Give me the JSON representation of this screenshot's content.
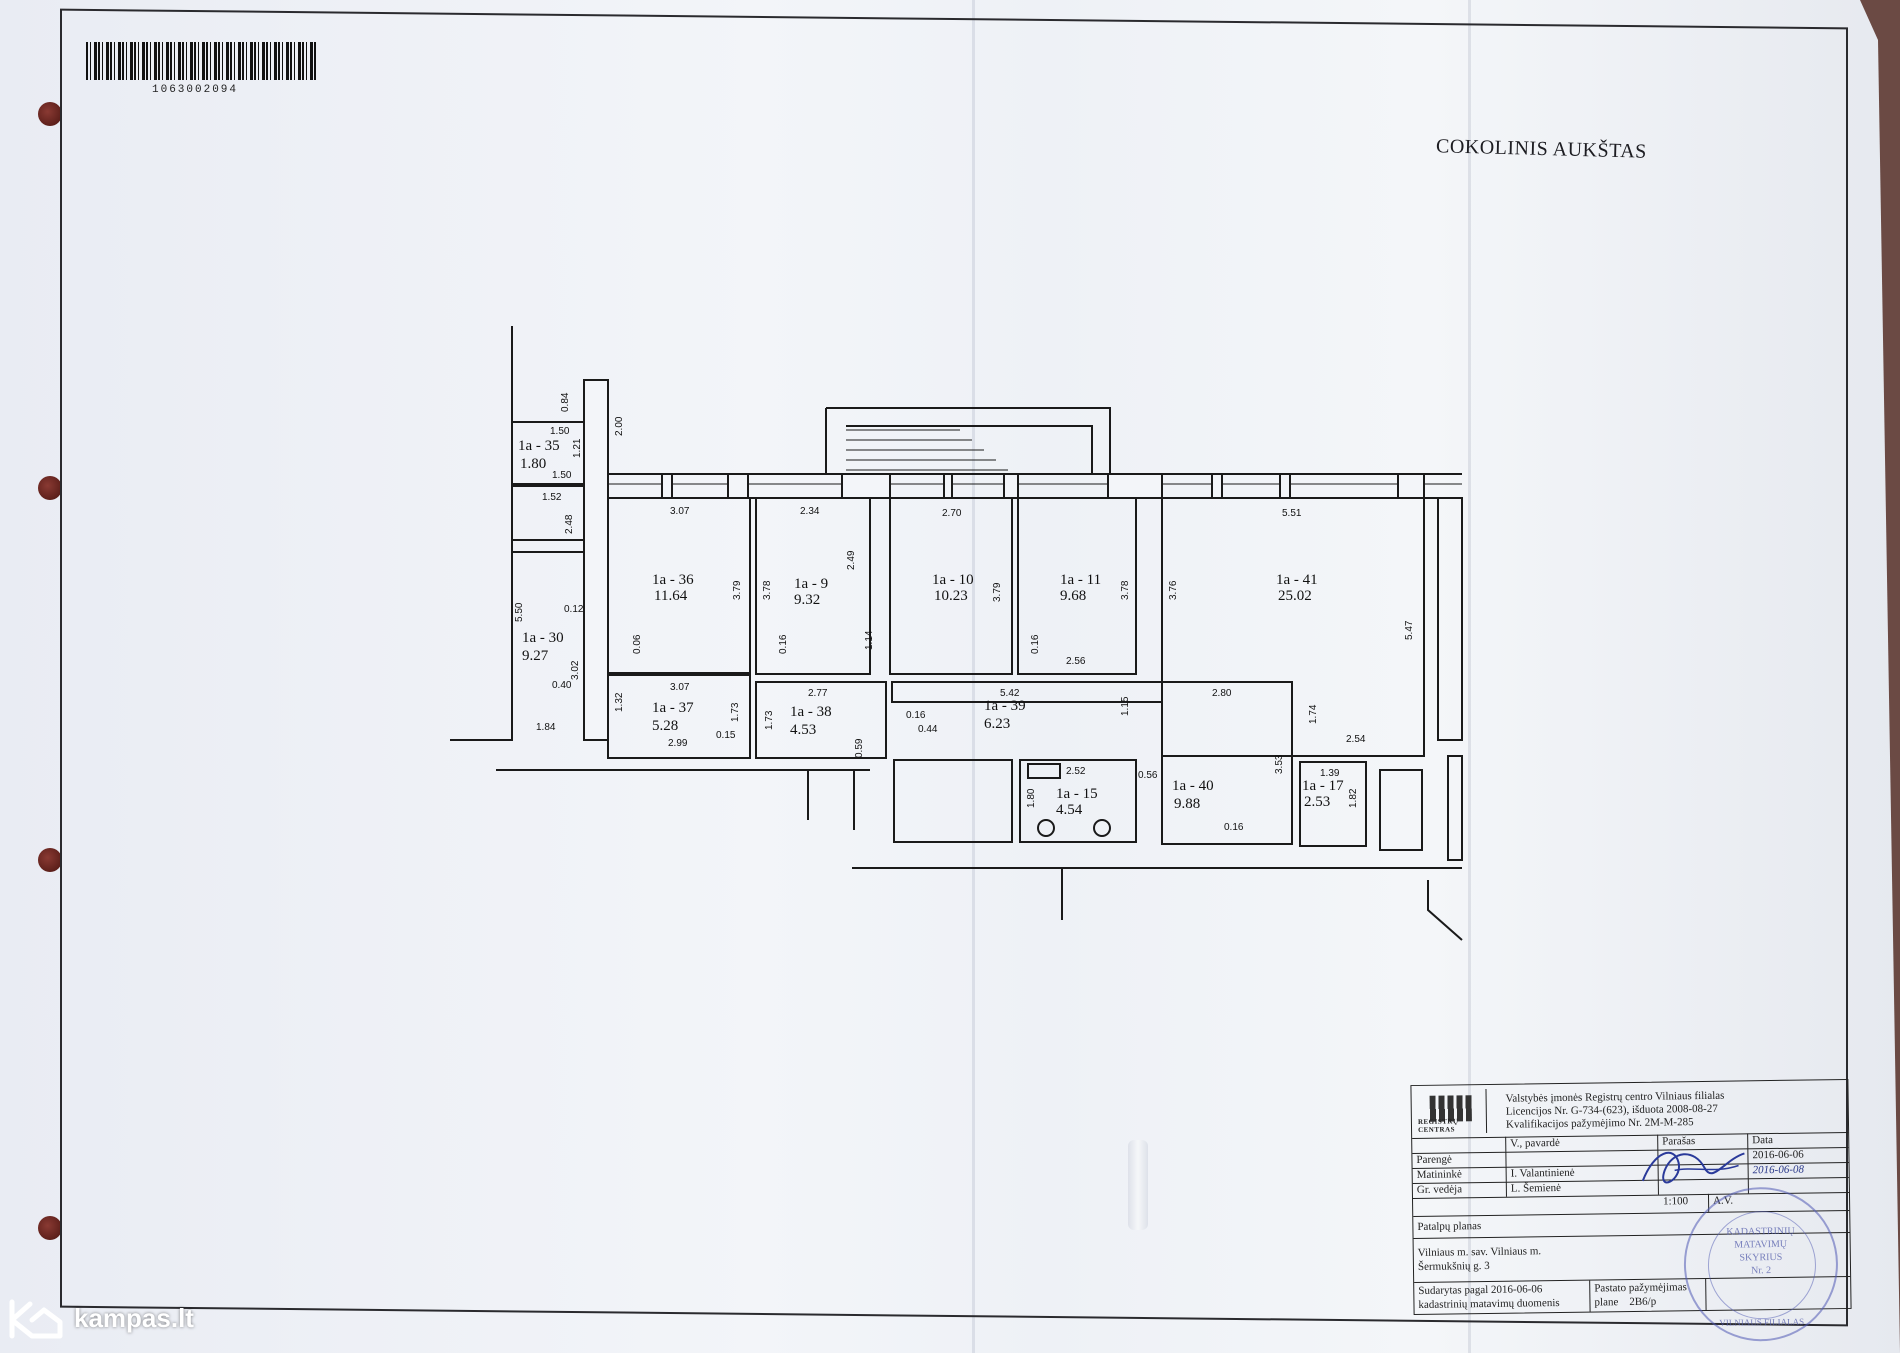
{
  "document": {
    "barcode_number": "1063002094",
    "floor_title": "COKOLINIS AUKŠTAS"
  },
  "rooms": [
    {
      "id": "1a - 35",
      "area": "1.80"
    },
    {
      "id": "1a - 30",
      "area": "9.27"
    },
    {
      "id": "1a - 36",
      "area": "11.64"
    },
    {
      "id": "1a - 9",
      "area": "9.32"
    },
    {
      "id": "1a - 10",
      "area": "10.23"
    },
    {
      "id": "1a - 11",
      "area": "9.68"
    },
    {
      "id": "1a - 41",
      "area": "25.02"
    },
    {
      "id": "1a - 37",
      "area": "5.28"
    },
    {
      "id": "1a - 38",
      "area": "4.53"
    },
    {
      "id": "1a - 39",
      "area": "6.23"
    },
    {
      "id": "1a - 40",
      "area": "9.88"
    },
    {
      "id": "1a - 15",
      "area": "4.54"
    },
    {
      "id": "1a - 17",
      "area": "2.53"
    }
  ],
  "dimensions": [
    "0.84",
    "1.50",
    "1.21",
    "2.00",
    "1.50",
    "1.52",
    "2.48",
    "3.07",
    "2.34",
    "2.49",
    "2.70",
    "3.79",
    "3.79",
    "3.78",
    "3.78",
    "3.76",
    "5.51",
    "5.47",
    "5.50",
    "0.12",
    "0.06",
    "0.16",
    "1.14",
    "0.16",
    "2.56",
    "3.02",
    "0.40",
    "1.84",
    "3.07",
    "1.32",
    "1.73",
    "2.99",
    "0.15",
    "1.73",
    "2.77",
    "0.59",
    "5.42",
    "0.16",
    "0.44",
    "1.15",
    "2.80",
    "1.74",
    "2.54",
    "3.53",
    "0.56",
    "2.52",
    "1.80",
    "1.39",
    "1.82",
    "0.16"
  ],
  "title_block": {
    "org_line1": "Valstybės įmonės Registrų centro  Vilniaus filialas",
    "org_line2": "Licencijos Nr. G-734-(623), išduota 2008-08-27",
    "org_line3": "Kvalifikacijos pažymėjimo Nr. 2M-M-285",
    "logo_label": "REGISTRŲ CENTRAS",
    "col_name": "V., pavardė",
    "col_signature": "Parašas",
    "col_date": "Data",
    "row1_role": "Parengė",
    "row1_date": "2016-06-06",
    "row2_role": "Matininkė",
    "row2_name": "I. Valantinienė",
    "row3_role": "Gr. vedėja",
    "row3_name": "L. Šemienė",
    "scale": "1:100",
    "av": "A.V.",
    "plan_type": "Patalpų planas",
    "address1": "Vilniaus m. sav. Vilniaus m.",
    "address2": "Šermukšnių g. 3",
    "made_by_label": "Sudarytas pagal  2016-06-06",
    "made_by_label2": "kadastrinių matavimų duomenis",
    "building_label": "Pastato pažymėjimas",
    "building_label2": "plane",
    "building_code": "2B6/p",
    "handwritten_date": "2016-06-08"
  },
  "seal": {
    "line1": "KADASTRINIŲ",
    "line2": "MATAVIMŲ",
    "line3": "SKYRIUS",
    "line4": "Nr. 2",
    "ring": "VILNIAUS FILIALAS"
  },
  "watermark": {
    "text": "kampas.lt"
  }
}
